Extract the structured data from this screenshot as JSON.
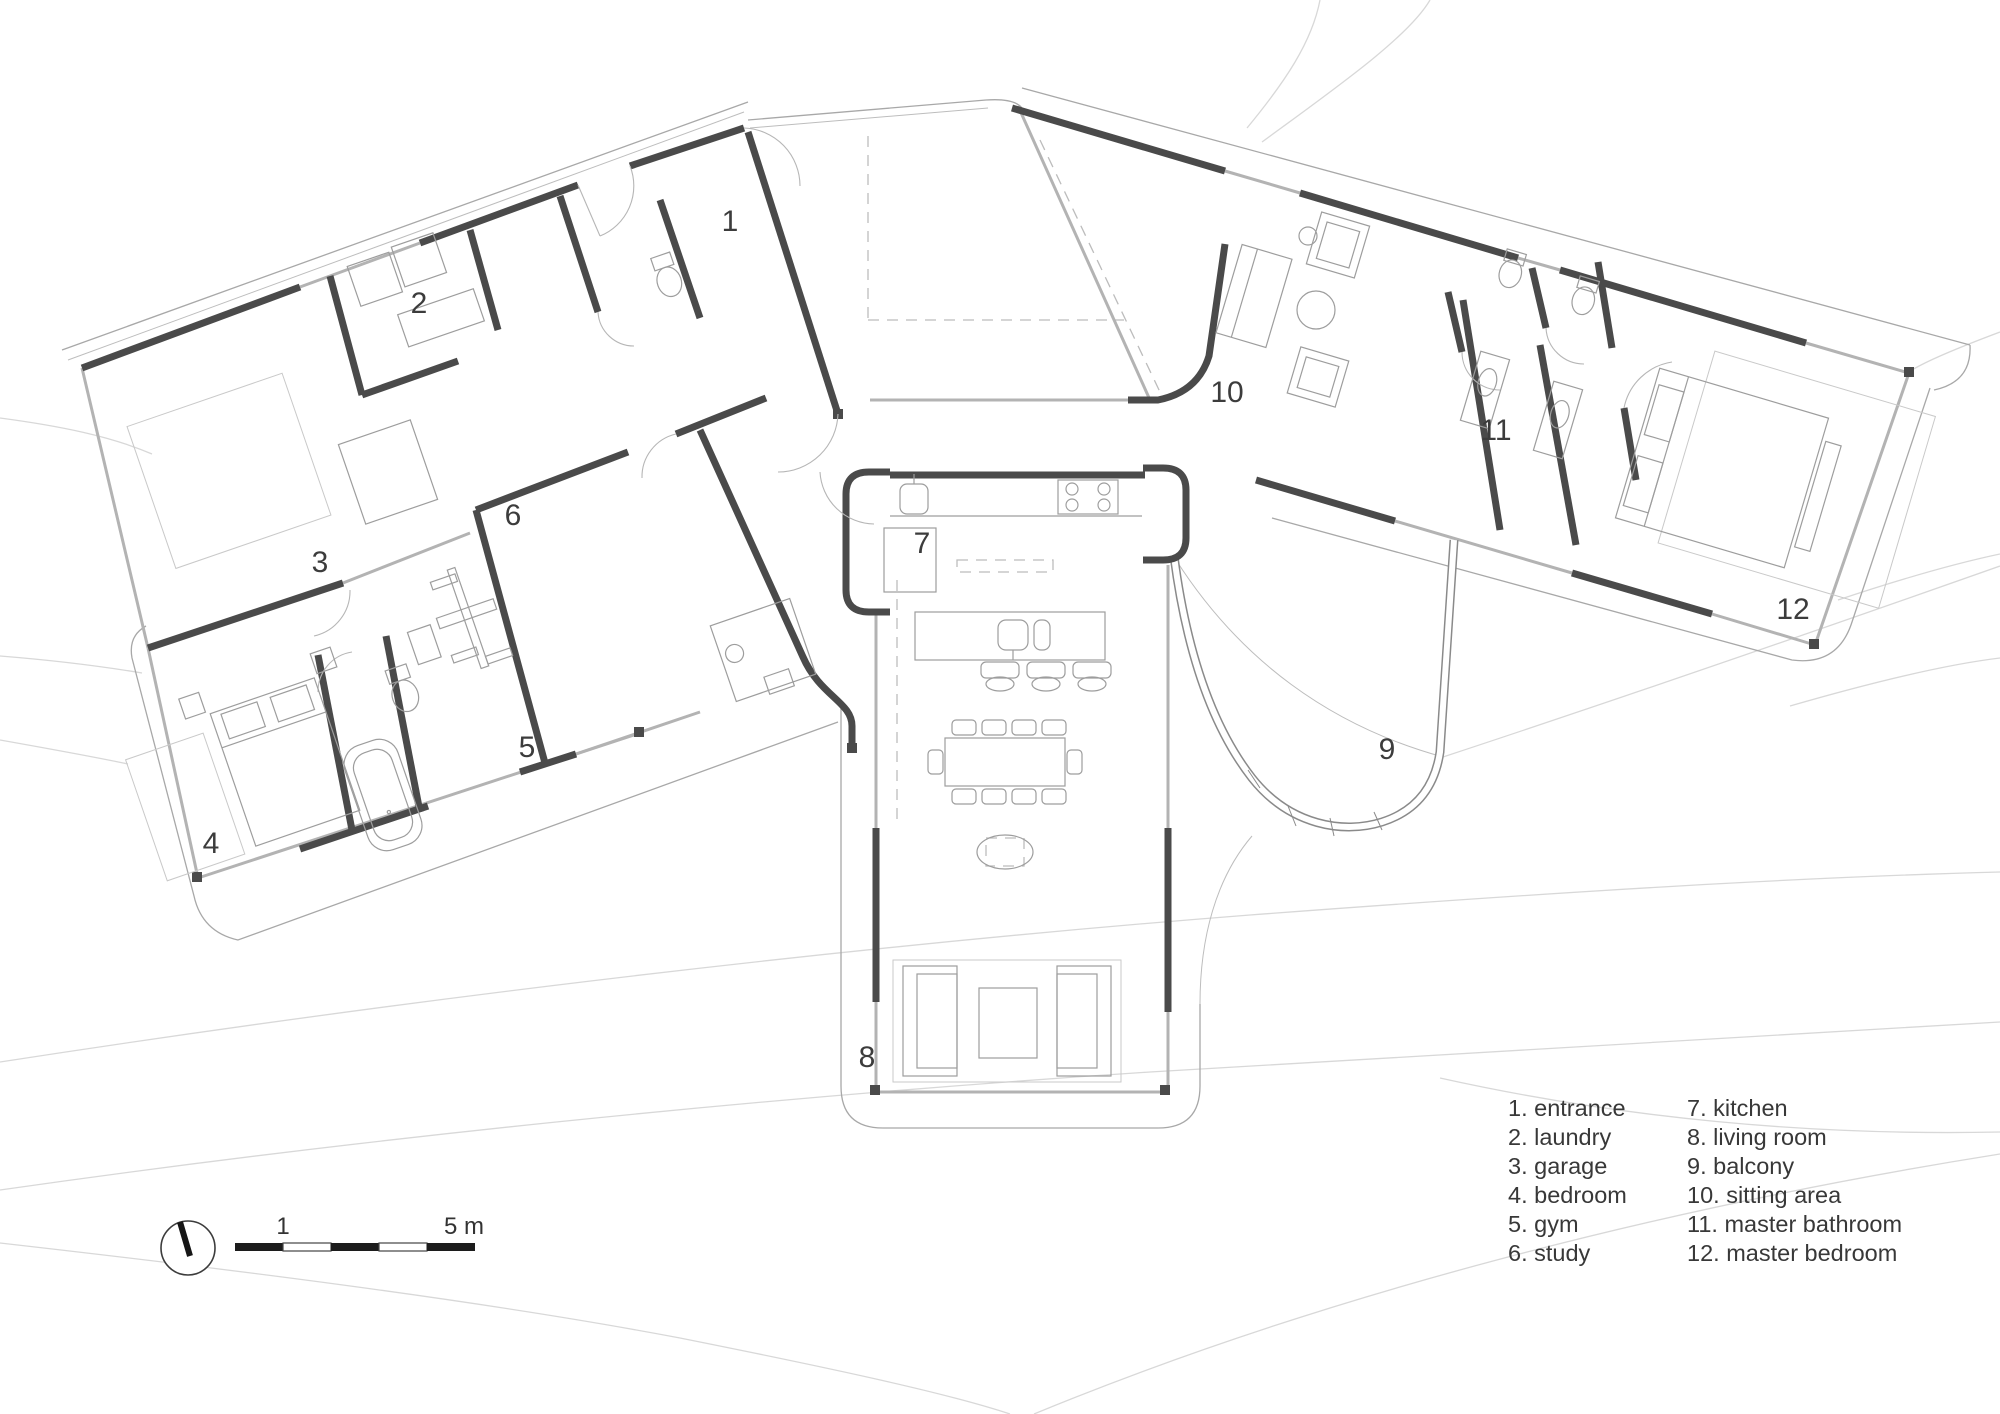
{
  "drawing": {
    "type": "architectural floor plan",
    "colors": {
      "wall": "#4a4a4a",
      "window": "#b3b3b3",
      "furniture": "#9d9d9d",
      "contour": "#d8d8d8",
      "text": "#3c3c3c"
    }
  },
  "plan": {
    "rooms": [
      {
        "num": "1",
        "name": "entrance"
      },
      {
        "num": "2",
        "name": "laundry"
      },
      {
        "num": "3",
        "name": "garage"
      },
      {
        "num": "4",
        "name": "bedroom"
      },
      {
        "num": "5",
        "name": "gym"
      },
      {
        "num": "6",
        "name": "study"
      },
      {
        "num": "7",
        "name": "kitchen"
      },
      {
        "num": "8",
        "name": "living room"
      },
      {
        "num": "9",
        "name": "balcony"
      },
      {
        "num": "10",
        "name": "sitting area"
      },
      {
        "num": "11",
        "name": "master bathroom"
      },
      {
        "num": "12",
        "name": "master bedroom"
      }
    ]
  },
  "legend": {
    "column1": [
      "1. entrance",
      "2. laundry",
      "3. garage",
      "4. bedroom",
      "5. gym",
      "6. study"
    ],
    "column2": [
      "7. kitchen",
      "8. living room",
      "9. balcony",
      "10. sitting area",
      "11. master bathroom",
      "12. master bedroom"
    ]
  },
  "scale_bar": {
    "tick_1": "1",
    "tick_5": "5 m"
  }
}
